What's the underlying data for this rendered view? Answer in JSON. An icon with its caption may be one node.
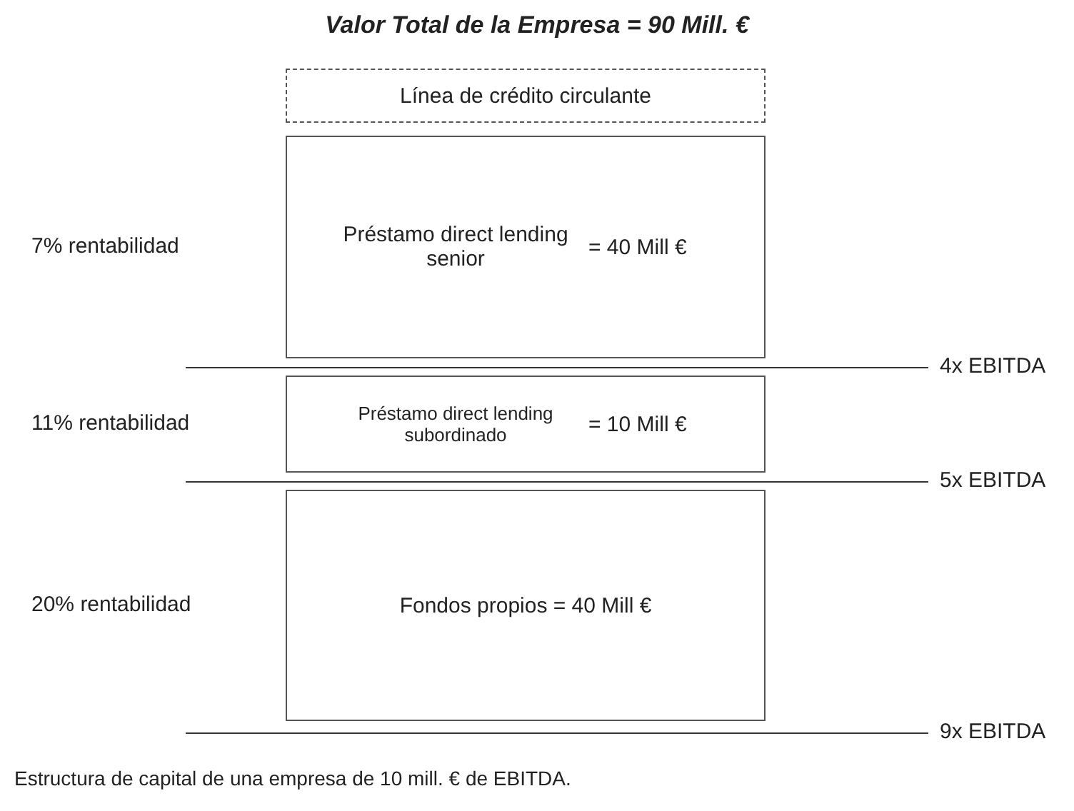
{
  "diagram": {
    "title": "Valor Total de la Empresa = 90 Mill. €",
    "caption": "Estructura de capital de una empresa de 10 mill. € de EBITDA.",
    "nodes": [
      {
        "text": [
          "Línea de crédito circulante"
        ]
      },
      {
        "text": [
          "Préstamo direct lending senior",
          "= 40 Mill €"
        ]
      },
      {
        "text": [
          "Préstamo direct lending subordinado",
          "= 10 Mill €"
        ]
      },
      {
        "text": [
          "Fondos propios = 40 Mill €"
        ]
      }
    ],
    "edges": [],
    "labels": [
      "7% rentabilidad",
      "4x EBITDA",
      "11% rentabilidad",
      "5x EBITDA",
      "20% rentabilidad",
      "9x EBITDA"
    ]
  }
}
